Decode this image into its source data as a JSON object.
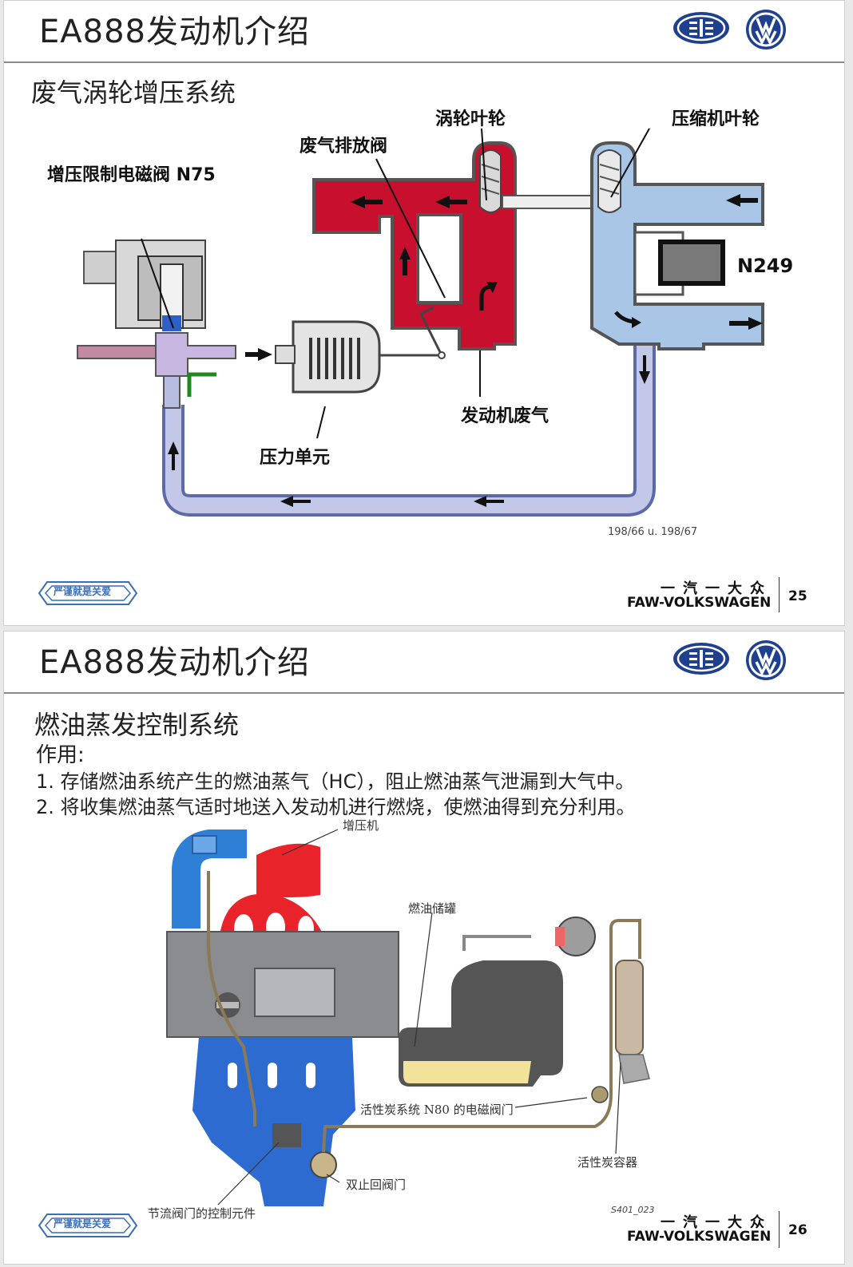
{
  "slides": [
    {
      "title": "EA888发动机介绍",
      "subtitle": "废气涡轮增压系统",
      "labels": {
        "n75": "增压限制电磁阀 N75",
        "wastegate": "废气排放阀",
        "turbine": "涡轮叶轮",
        "compressor": "压缩机叶轮",
        "n249": "N249",
        "exhaust": "发动机废气",
        "pressure_unit": "压力单元"
      },
      "ref": "198/66 u. 198/67",
      "footer": {
        "cn": "一汽一大众",
        "en": "FAW-VOLKSWAGEN",
        "page": "25",
        "stamp": "严谨就是关爱"
      }
    },
    {
      "title": "EA888发动机介绍",
      "subtitle": "燃油蒸发控制系统",
      "body": {
        "heading": "作用:",
        "line1": "1. 存储燃油系统产生的燃油蒸气（HC），阻止燃油蒸气泄漏到大气中。",
        "line2": "2. 将收集燃油蒸气适时地送入发动机进行燃烧，使燃油得到充分利用。"
      },
      "labels": {
        "turbo": "增压机",
        "tank": "燃油储罐",
        "n80": "活性炭系统 N80 的电磁阀门",
        "canister": "活性炭容器",
        "check_valve": "双止回阀门",
        "throttle": "节流阀门的控制元件"
      },
      "ref": "S401_023",
      "footer": {
        "cn": "一汽一大众",
        "en": "FAW-VOLKSWAGEN",
        "page": "26",
        "stamp": "严谨就是关爱"
      }
    }
  ],
  "colors": {
    "exhaust_red": "#c8102e",
    "intake_blue": "#a9c6e6",
    "vac_line": "#b6bde0",
    "engine_red": "#e8242a",
    "engine_blue": "#2e6bd0",
    "gray": "#7a7a7a"
  },
  "icons": [
    "faw-logo-icon",
    "vw-logo-icon",
    "stamp-icon"
  ]
}
